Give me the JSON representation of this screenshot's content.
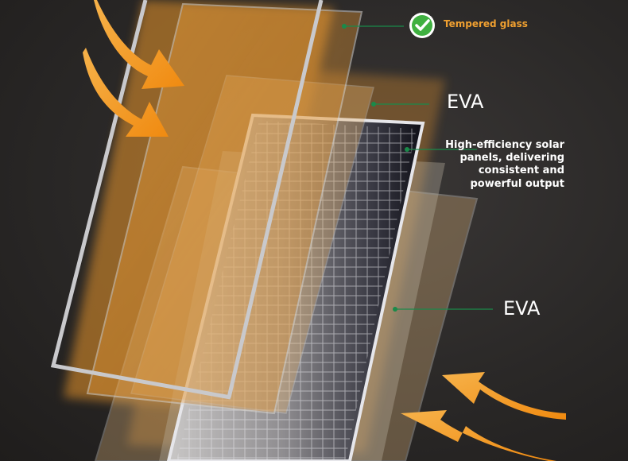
{
  "labels": {
    "tempered_glass": "Tempered glass",
    "eva_top": "EVA",
    "cell_description": "High-efficiency solar panels, delivering consistent and powerful output",
    "eva_bottom": "EVA"
  },
  "icons": {
    "check": "check-circle-icon",
    "arrows": "curved-arrow-icon"
  },
  "colors": {
    "accent_orange": "#f0a030",
    "check_green": "#3fb040",
    "leader_green": "#1a8a4a"
  }
}
